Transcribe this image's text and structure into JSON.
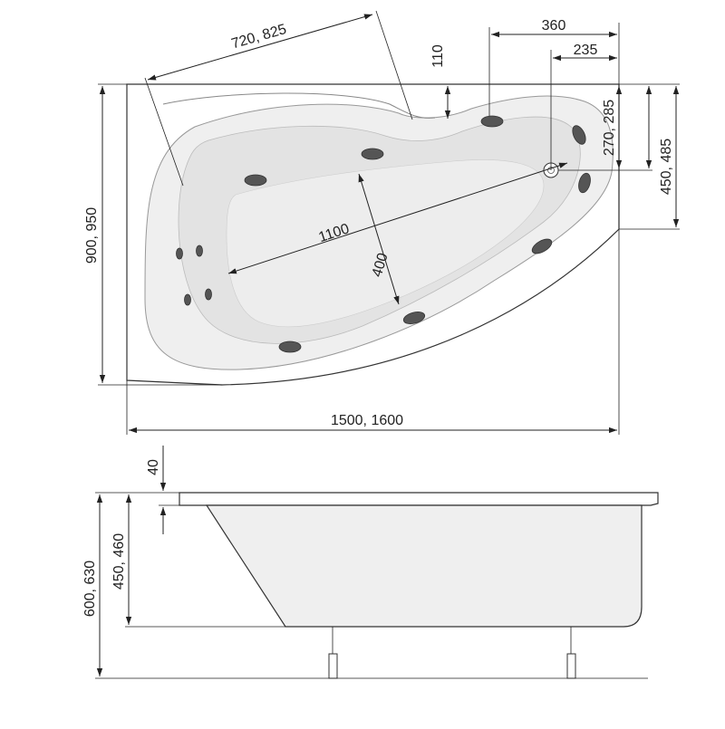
{
  "dimensions": {
    "diag_top": "720, 825",
    "d110": "110",
    "d360": "360",
    "d235": "235",
    "d270": "270, 285",
    "d450_485": "450, 485",
    "d900_950": "900, 950",
    "d1100": "1100",
    "d400": "400",
    "d1500_1600": "1500, 1600",
    "d40": "40",
    "d450_460": "450, 460",
    "d600_630": "600, 630"
  },
  "colors": {
    "basin_outer": "#efefef",
    "basin_inner": "#e3e3e3",
    "jet": "#5a5a5a",
    "line": "#222222"
  }
}
